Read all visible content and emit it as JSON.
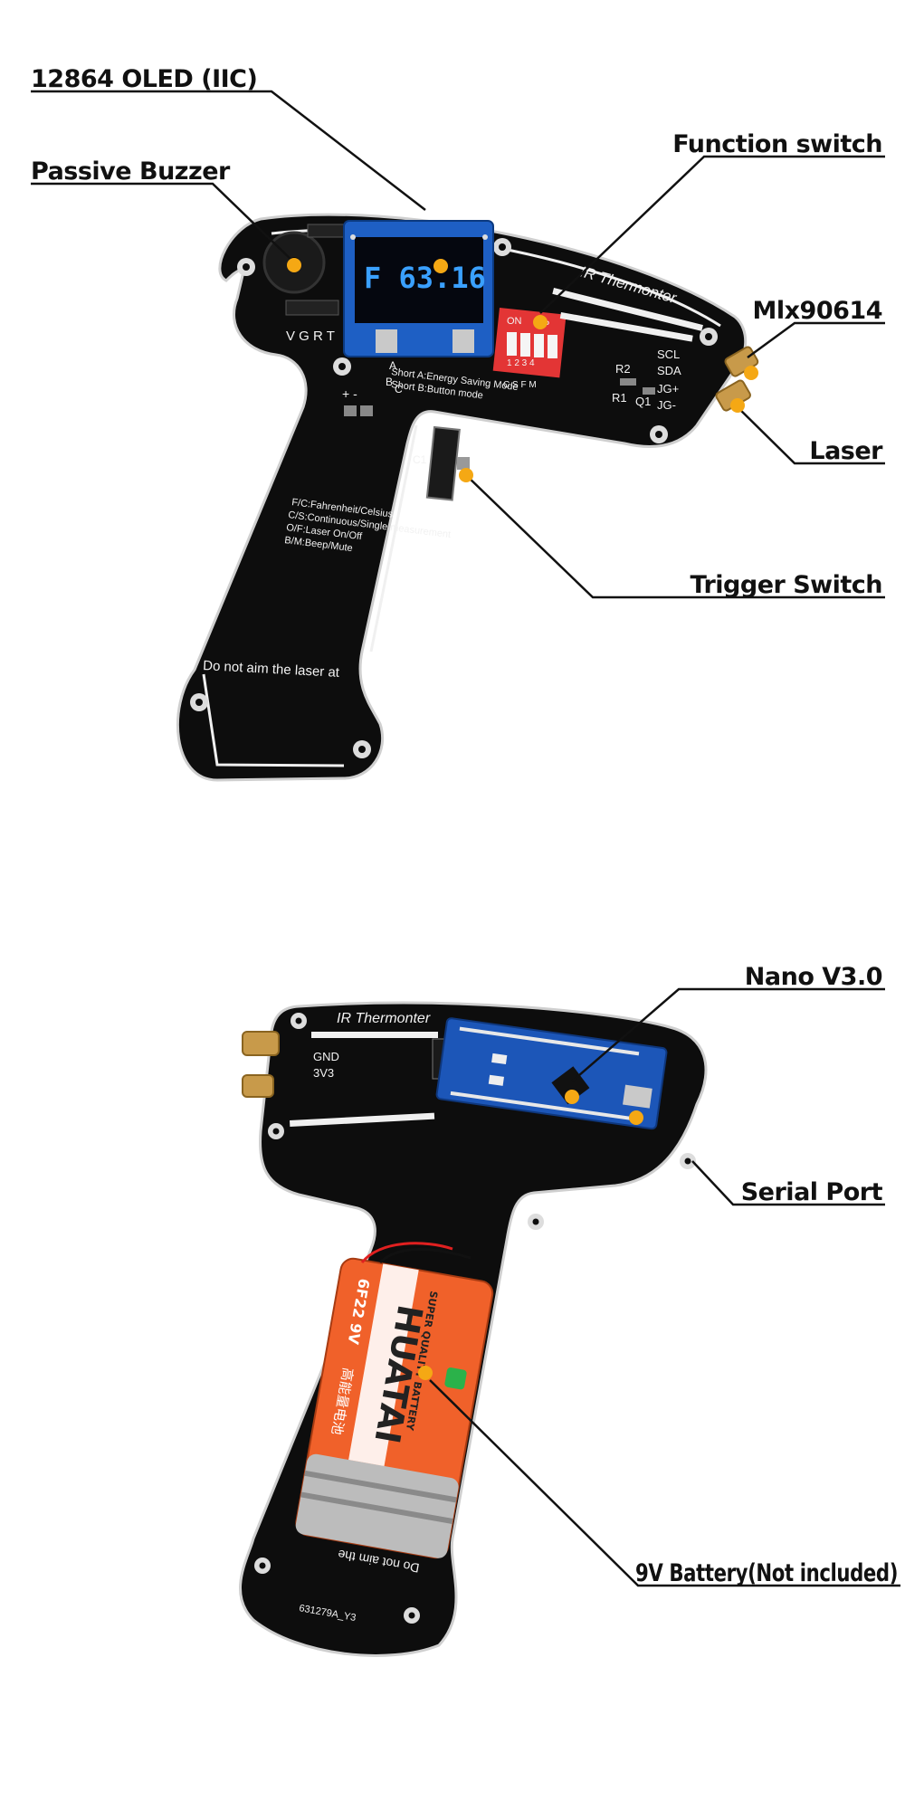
{
  "callouts": {
    "oled": "12864 OLED (IIC)",
    "buzzer": "Passive Buzzer",
    "function_switch": "Function switch",
    "mlx": "Mlx90614",
    "laser": "Laser",
    "trigger": "Trigger Switch",
    "nano": "Nano V3.0",
    "serial": "Serial Port",
    "battery": "9V Battery(Not included)"
  },
  "front_board": {
    "title": "IR Thermonter",
    "oled_reading": "F 63.16",
    "dip_on": "ON",
    "dip_dp": "DP",
    "dip_numbers": "1 2 3 4",
    "dip_letters": "C S F M",
    "short_a": "Short A:Energy Saving Mode",
    "short_b": "Short B:Button mode",
    "legend_1": "F/C:Fahrenheit/Celsius",
    "legend_2": "C/S:Continuous/Single measurement",
    "legend_3": "O/F:Laser On/Off",
    "legend_4": "B/M:Beep/Mute",
    "warning": "Do not aim the laser at",
    "pins_left": "V G R T",
    "scl": "SCL",
    "sda": "SDA",
    "jg_plus": "JG+",
    "jg_minus": "JG-",
    "r2": "R2",
    "r1": "R1",
    "q1": "Q1",
    "c1": "C1",
    "a": "A",
    "b": "B",
    "c": "C",
    "plus_minus": "+ -"
  },
  "back_board": {
    "title": "IR Thermonter",
    "gnd": "GND",
    "v33": "3V3",
    "warning_mirrored": "Do not aim the",
    "code": "631279A_Y3"
  },
  "battery_print": {
    "brand": "HUATAI",
    "model": "6F22 9V",
    "super": "SUPER QUALITY BATTERY",
    "chinese": "高能量电池"
  },
  "colors": {
    "background": "#ffffff",
    "pcb": "#0d0d0d",
    "dot": "#f5a814",
    "nano_blue": "#1c56b8",
    "dip_red": "#e33535",
    "battery_orange": "#f0612a"
  }
}
